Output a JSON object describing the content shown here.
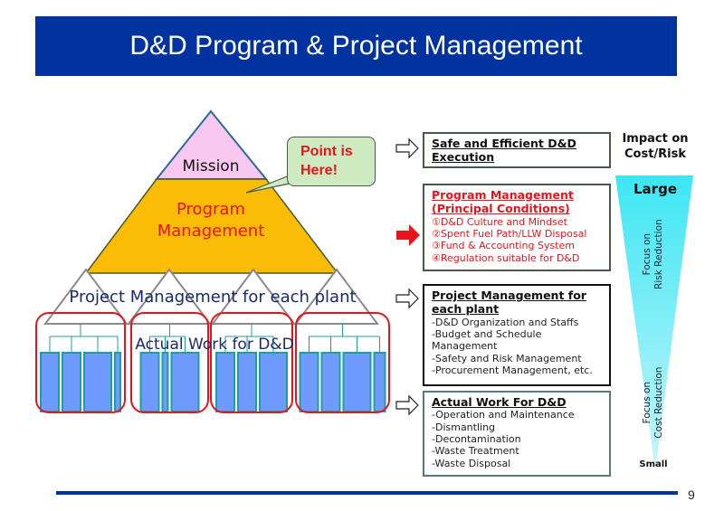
{
  "slide": {
    "title": "D&D Program & Project Management",
    "page_number": "9"
  },
  "pyramid": {
    "levels": [
      {
        "label": "Mission",
        "fill": "#f8c8f0"
      },
      {
        "label_lines": [
          "Program",
          "Management"
        ],
        "fill": "#fbbc05",
        "text_color": "#e8141c"
      },
      {
        "label": "Project Management for each plant",
        "text_color": "#1a2a6c"
      },
      {
        "label": "Actual Work for D&D",
        "text_color": "#1a2a6c"
      }
    ],
    "plants": [
      {
        "blocks": 4
      },
      {
        "blocks": 3
      },
      {
        "blocks": 3
      },
      {
        "blocks": 4
      }
    ],
    "callout": {
      "lines": [
        "Point is",
        "Here!"
      ]
    }
  },
  "boxes": [
    {
      "id": "execution",
      "heading_lines": [
        "Safe and Efficient D&D",
        "Execution"
      ],
      "items": []
    },
    {
      "id": "program",
      "heading_lines": [
        "Program Management",
        "(Principal Conditions)"
      ],
      "items": [
        "①D&D Culture and Mindset",
        "②Spent Fuel Path/LLW Disposal",
        "③Fund & Accounting System",
        "④Regulation suitable for D&D"
      ],
      "highlighted": true
    },
    {
      "id": "project",
      "heading_lines": [
        "Project Management  for",
        "each plant"
      ],
      "items": [
        "-D&D Organization and Staffs",
        "-Budget and Schedule",
        "Management",
        "-Safety and Risk Management",
        "-Procurement Management, etc."
      ]
    },
    {
      "id": "actual",
      "heading_lines": [
        "Actual Work For D&D"
      ],
      "items": [
        "-Operation and Maintenance",
        "-Dismantling",
        "-Decontamination",
        "-Waste Treatment",
        "-Waste Disposal"
      ]
    }
  ],
  "impact": {
    "title_lines": [
      "Impact on",
      "Cost/Risk"
    ],
    "large": "Large",
    "small": "Small",
    "risk_focus_lines": [
      "Focus on",
      "Risk Reduction"
    ],
    "cost_focus_lines": [
      "Focus on",
      "Cost Reduction"
    ],
    "color": "#40e8f4"
  },
  "colors": {
    "title_bar": "#0033a0",
    "highlight_arrow": "#e8141c",
    "plant_outline": "#e8141c",
    "block_fill": "#6f9bff",
    "block_border": "#1aa0a0"
  }
}
